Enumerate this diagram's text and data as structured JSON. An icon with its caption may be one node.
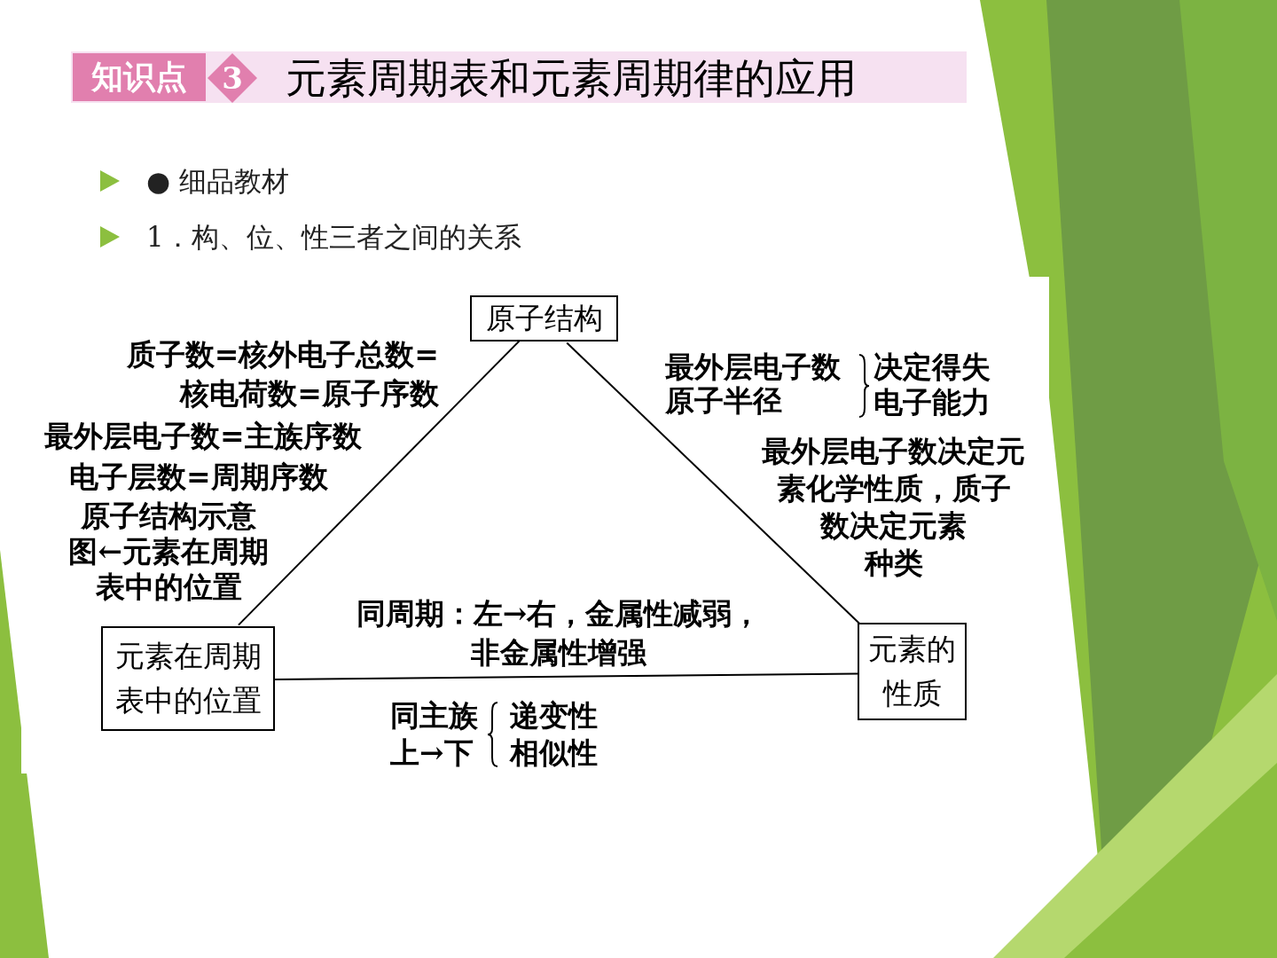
{
  "diagram": {
    "title": "元素周期表和元素周期律的应用",
    "nodes": [
      {
        "text": [
          "原子结构"
        ]
      },
      {
        "text": [
          "元素在周期表中的位置"
        ]
      },
      {
        "text": [
          "元素的性质"
        ]
      }
    ],
    "edges": [
      {
        "from": 0,
        "to": 1,
        "arrow": "none"
      },
      {
        "from": 0,
        "to": 2,
        "arrow": "none"
      },
      {
        "from": 1,
        "to": 2,
        "arrow": "none"
      }
    ],
    "labels": [
      "知识点",
      "3",
      "● 细品教材",
      "1．构、位、性三者之间的关系",
      "质子数=核外电子总数=核电荷数=原子序数",
      "最外层电子数=主族序数",
      "电子层数=周期序数",
      "原子结构示意图←元素在周期表中的位置",
      "最外层电子数",
      "原子半径",
      "决定得失电子能力",
      "最外层电子数决定元素化学性质，质子数决定元素种类",
      "同周期：左→右，金属性减弱，非金属性增强",
      "同主族上→下",
      "递变性",
      "相似性"
    ]
  }
}
